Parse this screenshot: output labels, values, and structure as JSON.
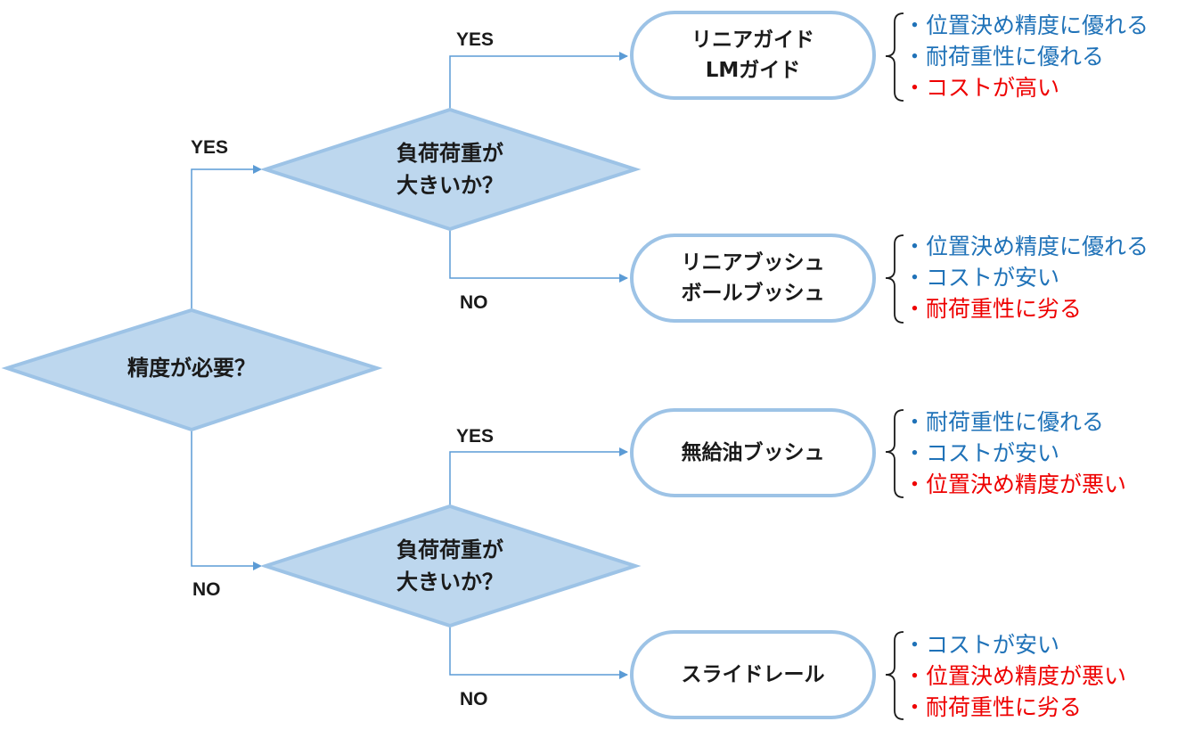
{
  "colors": {
    "diamond_fill": "#bdd7ee",
    "diamond_stroke": "#9dc3e6",
    "box_stroke": "#9dc3e6",
    "connector": "#5b9bd5",
    "bracket": "#1a1a1a",
    "pro_text": "#1f72b8",
    "con_text": "#ee0000"
  },
  "decisions": {
    "root": "精度が必要？",
    "upper": "負荷荷重が\n大きいか？",
    "lower": "負荷荷重が\n大きいか？"
  },
  "edge_labels": {
    "root_yes": "YES",
    "root_no": "NO",
    "upper_yes": "YES",
    "upper_no": "NO",
    "lower_yes": "YES",
    "lower_no": "NO"
  },
  "outcomes": [
    {
      "label": "リニアガイド\nLMガイド",
      "notes": [
        {
          "text": "・位置決め精度に優れる",
          "kind": "pro"
        },
        {
          "text": "・耐荷重性に優れる",
          "kind": "pro"
        },
        {
          "text": "・コストが高い",
          "kind": "con"
        }
      ]
    },
    {
      "label": "リニアブッシュ\nボールブッシュ",
      "notes": [
        {
          "text": "・位置決め精度に優れる",
          "kind": "pro"
        },
        {
          "text": "・コストが安い",
          "kind": "pro"
        },
        {
          "text": "・耐荷重性に劣る",
          "kind": "con"
        }
      ]
    },
    {
      "label": "無給油ブッシュ",
      "notes": [
        {
          "text": "・耐荷重性に優れる",
          "kind": "pro"
        },
        {
          "text": "・コストが安い",
          "kind": "pro"
        },
        {
          "text": "・位置決め精度が悪い",
          "kind": "con"
        }
      ]
    },
    {
      "label": "スライドレール",
      "notes": [
        {
          "text": "・コストが安い",
          "kind": "pro"
        },
        {
          "text": "・位置決め精度が悪い",
          "kind": "con"
        },
        {
          "text": "・耐荷重性に劣る",
          "kind": "con"
        }
      ]
    }
  ]
}
